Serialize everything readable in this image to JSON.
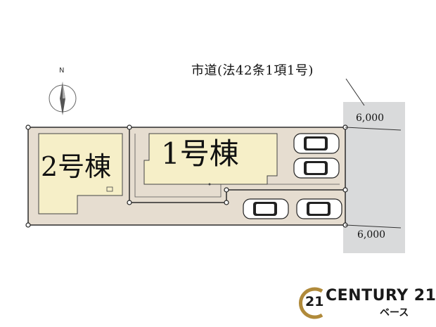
{
  "compass": {
    "label": "N",
    "icon": "north-arrow-icon"
  },
  "road": {
    "name": "市道(法42条1項1号)",
    "width_top": "6,000",
    "width_bottom": "6,000",
    "color": "#d9dadb"
  },
  "buildings": [
    {
      "label": "2号棟",
      "fill": "#f6efc8"
    },
    {
      "label": "1号棟",
      "fill": "#f6efc8"
    }
  ],
  "site": {
    "fill": "#e6ddd0"
  },
  "parking": {
    "spaces": 4,
    "icon": "car-icon"
  },
  "brand": {
    "name": "CENTURY 21",
    "subtitle": "ベース",
    "logo_number": "21",
    "accent": "#b08a3a"
  }
}
